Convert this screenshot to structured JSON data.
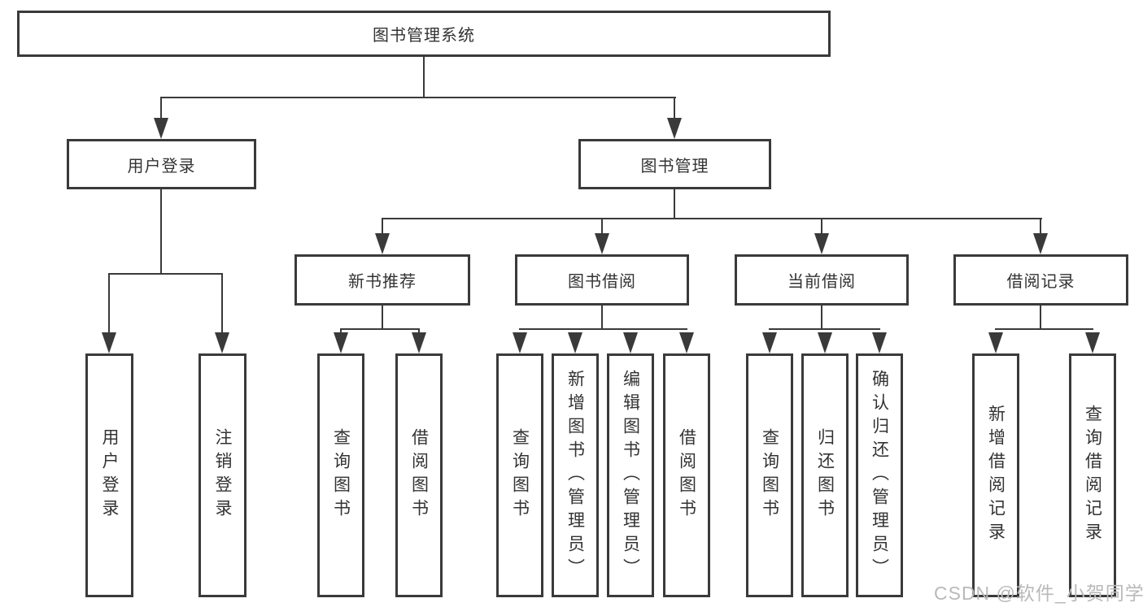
{
  "diagram_title": "图书管理系统",
  "nodes": {
    "root": "图书管理系统",
    "user_login": "用户登录",
    "book_mgmt": "图书管理",
    "new_book_rec": "新书推荐",
    "book_borrow": "图书借阅",
    "current_borrow": "当前借阅",
    "borrow_records": "借阅记录",
    "leaf_user_login": "用户登录",
    "leaf_logout": "注销登录",
    "leaf_nb_query_book": "查询图书",
    "leaf_nb_borrow_book": "借阅图书",
    "leaf_bb_query_book": "查询图书",
    "leaf_bb_add_book": "新增图书（管理员）",
    "leaf_bb_edit_book": "编辑图书（管理员）",
    "leaf_bb_borrow_book": "借阅图书",
    "leaf_cb_query_book": "查询图书",
    "leaf_cb_return_book": "归还图书",
    "leaf_cb_confirm_return": "确认归还（管理员）",
    "leaf_br_add_record": "新增借阅记录",
    "leaf_br_query_record": "查询借阅记录"
  },
  "watermark": "CSDN @软件_小贺同学",
  "colors": {
    "line": "#3a3a3a",
    "text": "#333333",
    "watermark": "#b9b9b9",
    "background": "#ffffff"
  }
}
